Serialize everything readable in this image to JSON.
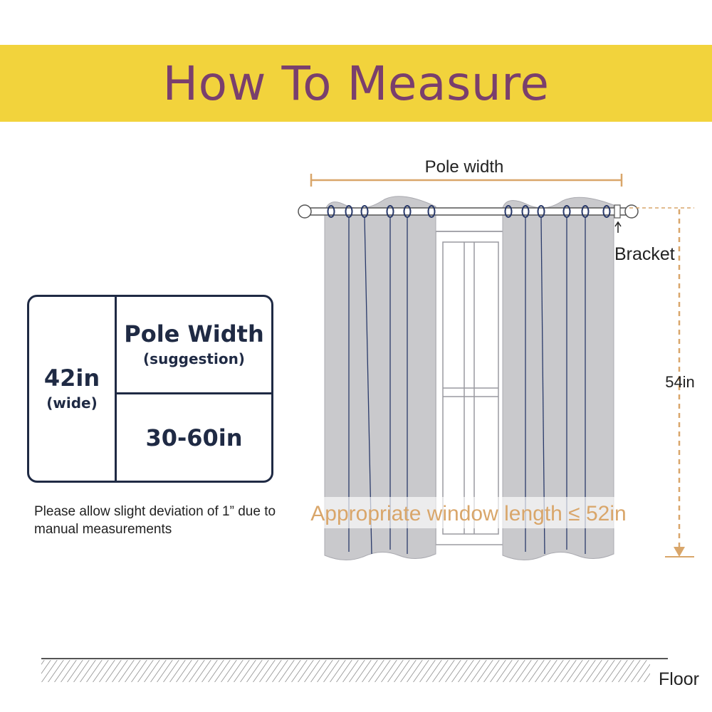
{
  "title": "How To Measure",
  "table": {
    "width_value": "42in",
    "width_note": "(wide)",
    "header": "Pole Width",
    "header_note": "(suggestion)",
    "range": "30-60in"
  },
  "note": "Please allow slight deviation of 1” due to manual measurements",
  "labels": {
    "pole_width": "Pole width",
    "bracket": "Bracket",
    "length": "54in",
    "window_length": "Appropriate window length ≤ 52in",
    "floor": "Floor"
  },
  "colors": {
    "banner": "#f2d33c",
    "title_text": "#7a3f6d",
    "table_text": "#1f2a44",
    "measure_line": "#d9a66a",
    "curtain": "#c9c9cc"
  }
}
